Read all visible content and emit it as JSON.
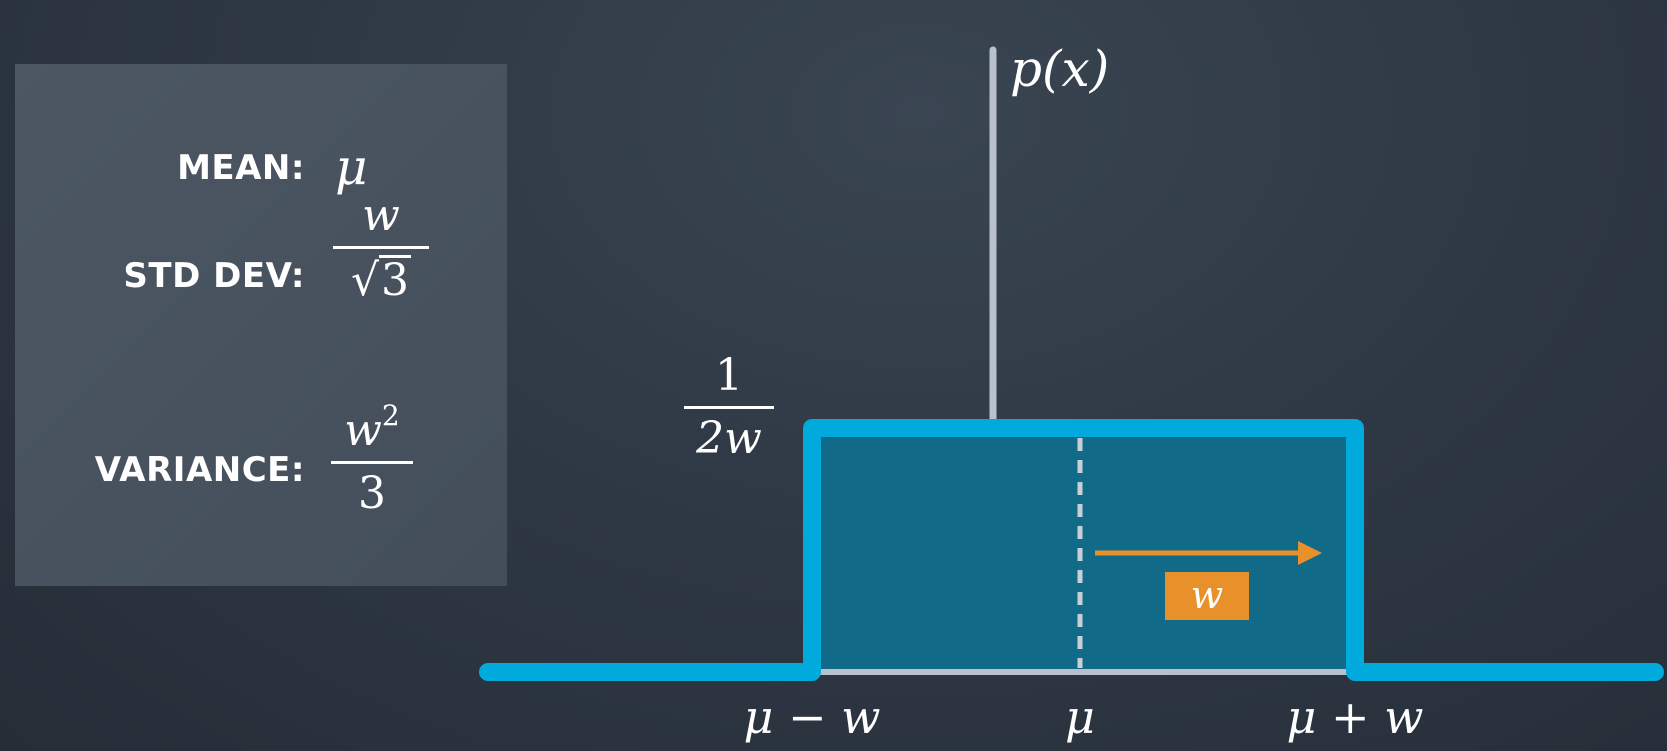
{
  "properties": {
    "mean": {
      "label": "MEAN:",
      "value": "μ"
    },
    "std_dev": {
      "label": "STD DEV:",
      "numerator": "w",
      "denominator_root": "3",
      "root_symbol": "√"
    },
    "variance": {
      "label": "VARIANCE:",
      "numerator": "w",
      "exponent": "2",
      "denominator": "3"
    }
  },
  "axis": {
    "y_label": "p(x)"
  },
  "height_label": {
    "numerator": "1",
    "denominator": "2w"
  },
  "ticks": {
    "left": "μ − w",
    "center": "μ",
    "right": "μ + w"
  },
  "width_marker": {
    "label": "w"
  },
  "colors": {
    "curve": "#00aadd",
    "fill": "#116a87",
    "axis": "#b9c2cc",
    "arrow": "#e8902a",
    "text": "#ffffff"
  }
}
